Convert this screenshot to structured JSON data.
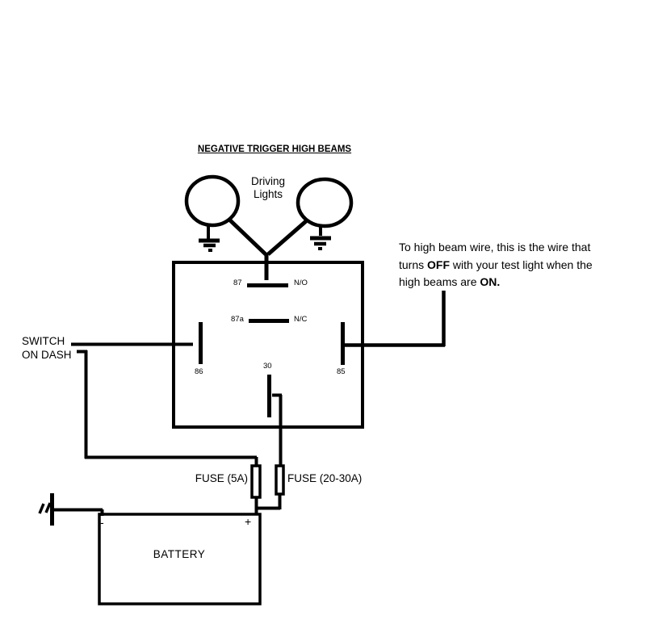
{
  "diagram": {
    "title": "NEGATIVE TRIGGER HIGH BEAMS",
    "lights_label": {
      "line1": "Driving",
      "line2": "Lights"
    },
    "note": {
      "line1": "To high beam wire, this is the wire that",
      "line2_pre": "turns ",
      "line2_bold": "OFF",
      "line2_post": " with your test light when the",
      "line3_pre": "high beams are ",
      "line3_bold": "ON."
    },
    "switch_label": {
      "line1": "SWITCH",
      "line2": "ON DASH"
    },
    "relay": {
      "pin87": "87",
      "pin87_contact": "N/O",
      "pin87a": "87a",
      "pin87a_contact": "N/C",
      "pin86": "86",
      "pin30": "30",
      "pin85": "85"
    },
    "fuse_small_label": "FUSE (5A)",
    "fuse_large_label": "FUSE (20-30A)",
    "battery": {
      "label": "BATTERY",
      "negative": "-",
      "positive": "+"
    },
    "colors": {
      "stroke": "#000000",
      "background": "#ffffff"
    }
  }
}
